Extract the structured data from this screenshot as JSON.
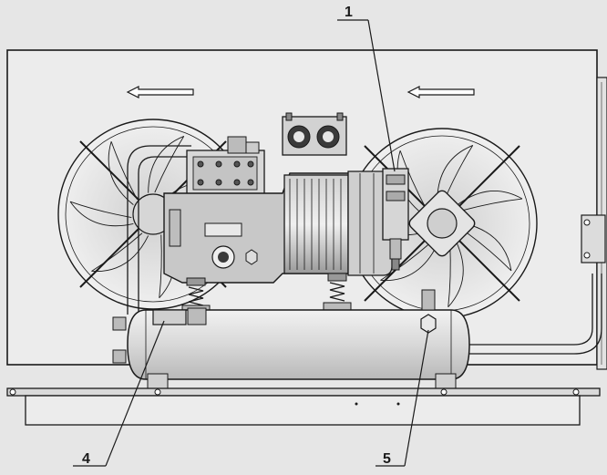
{
  "callouts": {
    "c1": "1",
    "c4": "4",
    "c5": "5"
  },
  "colors": {
    "background": "#e6e6e6",
    "line": "#1a1a1a",
    "panel": "#ececec",
    "body": "#c8c8c8",
    "dark": "#3a3a3a"
  }
}
